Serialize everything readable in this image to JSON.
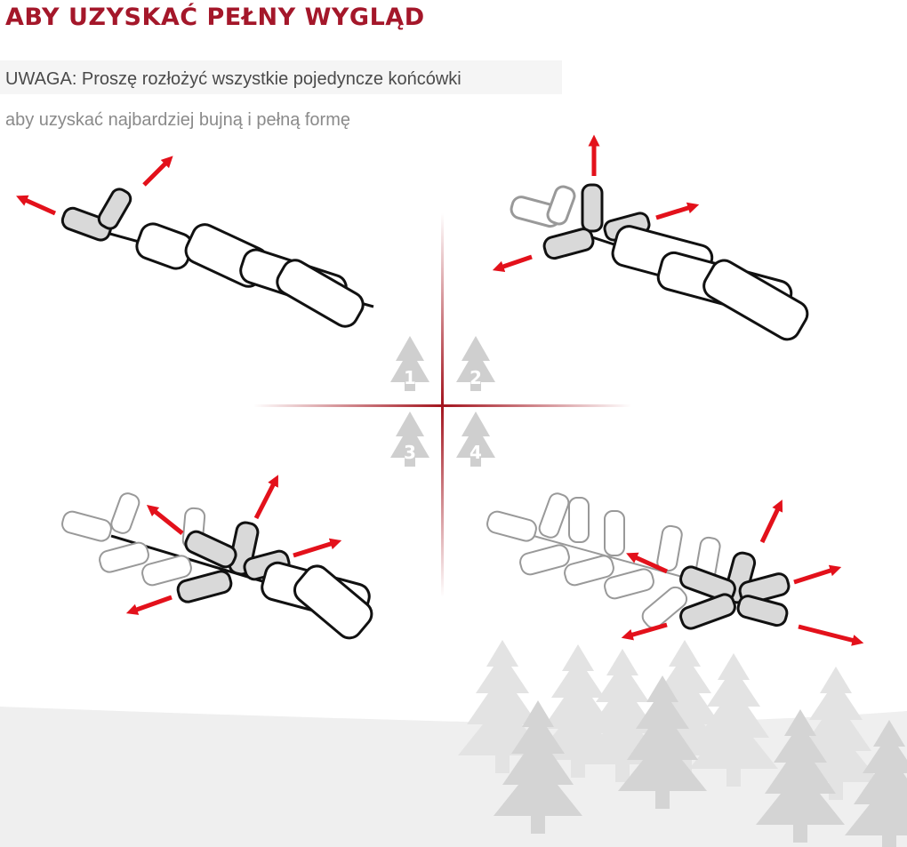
{
  "header": {
    "title": "ABY UZYSKAĆ PEŁNY WYGLĄD",
    "note_line1": "UWAGA: Proszę rozłożyć wszystkie pojedyncze końcówki",
    "note_line2": "aby uzyskać najbardziej bujną i pełną formę"
  },
  "steps": {
    "labels": [
      "1",
      "2",
      "3",
      "4"
    ]
  },
  "colors": {
    "title": "#a4172a",
    "arrow": "#e3111b",
    "divider": "#a3141e",
    "step_badge": "#cfcfcf"
  }
}
